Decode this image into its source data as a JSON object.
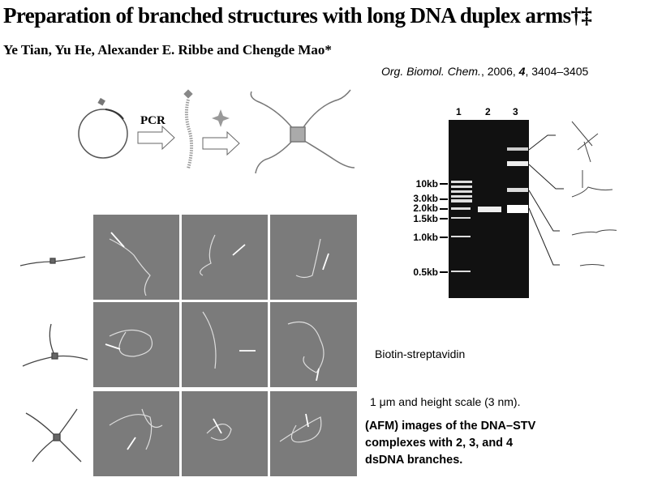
{
  "title": "Preparation of branched structures with long DNA duplex arms†‡",
  "authors": "Ye Tian, Yu He, Alexander E. Ribbe and Chengde Mao*",
  "citation": {
    "journal": "Org. Biomol. Chem.",
    "year": ", 2006, ",
    "volume": "4",
    "pages": ", 3404–3405"
  },
  "scheme": {
    "pcr_label": "PCR"
  },
  "gel": {
    "lanes": [
      "1",
      "2",
      "3"
    ],
    "markers": [
      "10kb",
      "3.0kb",
      "2.0kb",
      "1.5kb",
      "1.0kb",
      "0.5kb"
    ]
  },
  "captions": {
    "biotin": "Biotin-streptavidin",
    "scale": "1 μm and height scale (3 nm).",
    "afm_lines": [
      "(AFM) images of the DNA–STV",
      "complexes with 2, 3, and 4",
      "dsDNA branches."
    ]
  }
}
